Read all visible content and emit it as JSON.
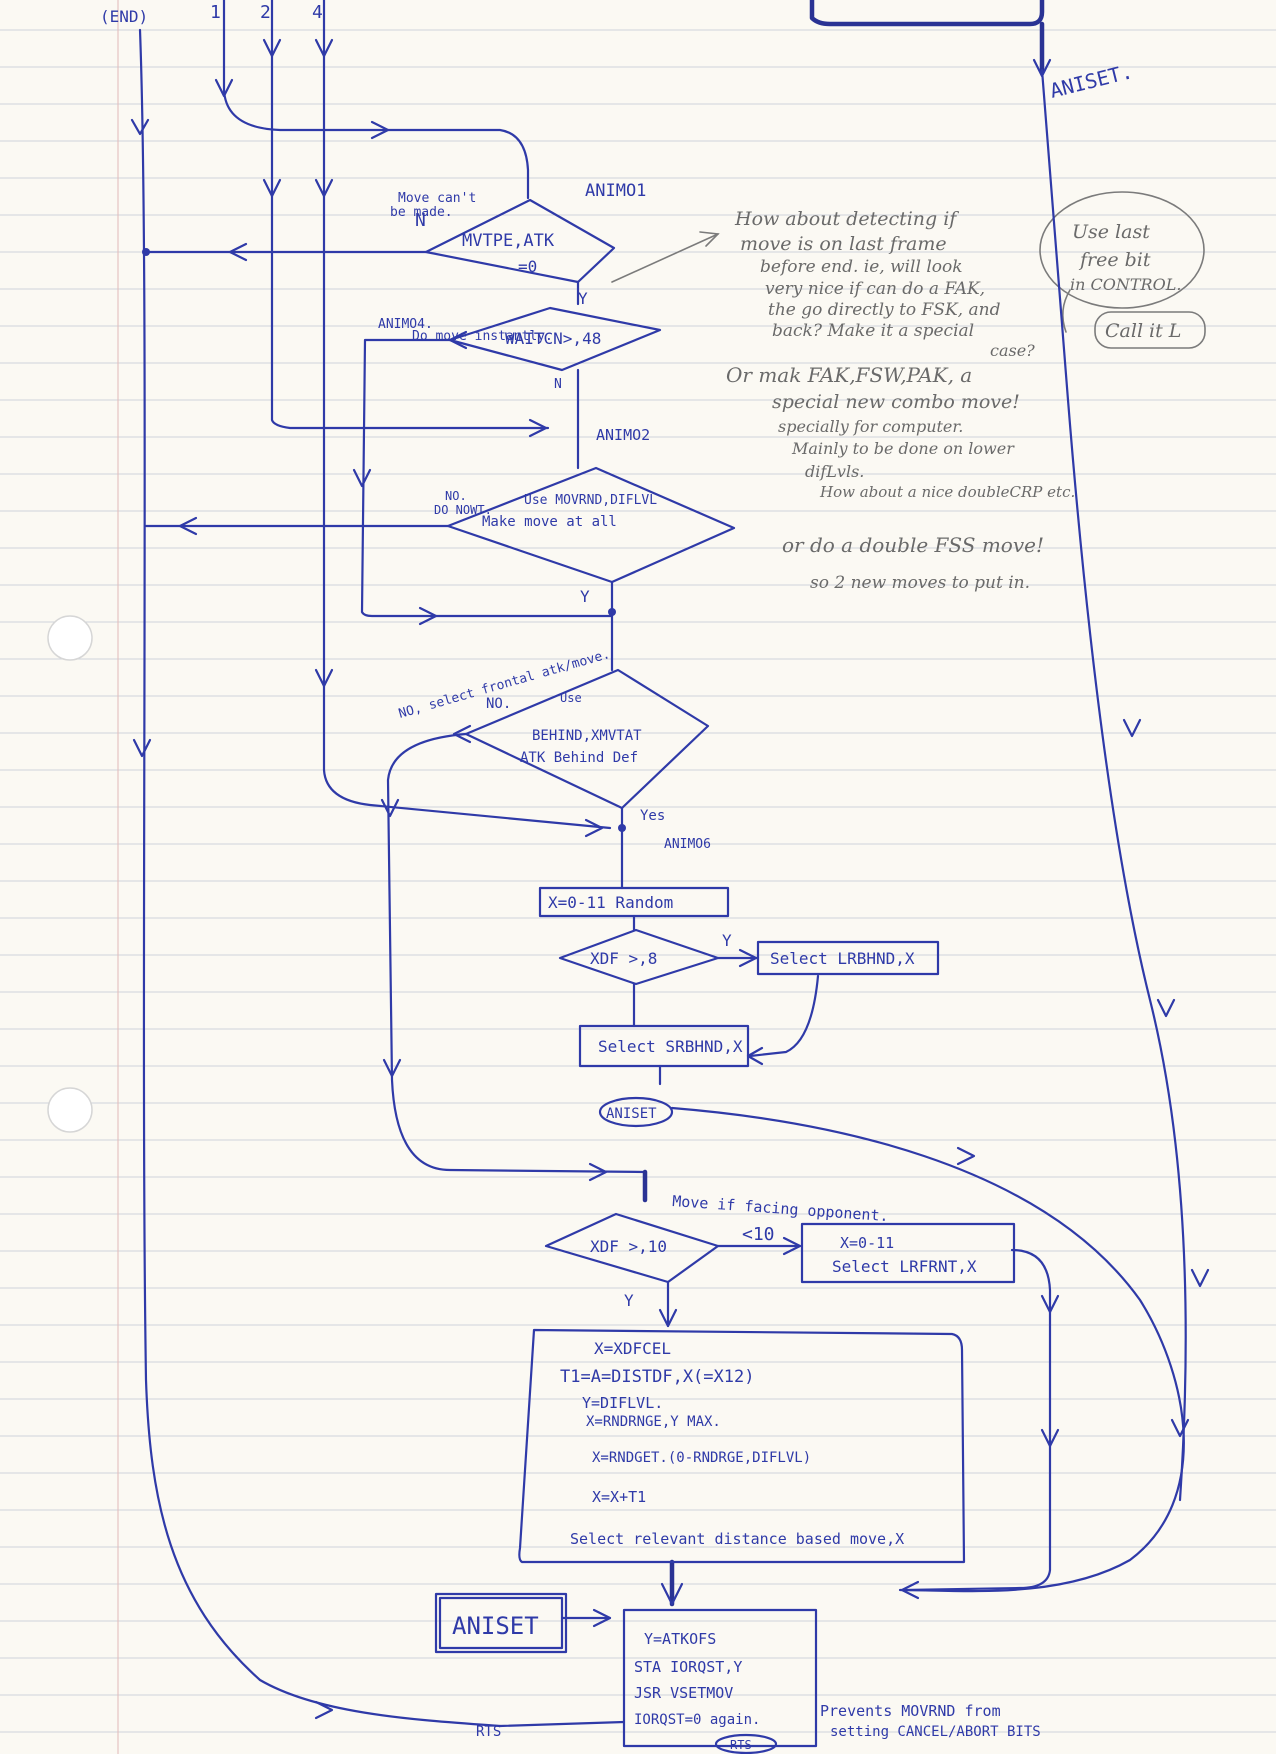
{
  "page": {
    "end_label": "(END)",
    "input_numbers": [
      "1",
      "2",
      "4"
    ],
    "top_aniset_label": "ANISET."
  },
  "pencil_notes": {
    "note1": [
      "How about detecting if",
      "move is on last frame",
      "before end. ie, will look",
      "very nice if can do a FAK,",
      "the go directly to FSK, and",
      "back? Make it a special",
      "case?"
    ],
    "note2": [
      "Or mak FAK,FSW,PAK, a",
      "special new combo move!",
      "specially for computer.",
      "Mainly to be done on lower",
      "difLvls.",
      "How about a nice doubleCRP etc."
    ],
    "note3": [
      "or do a double FSS move!",
      "so 2 new moves to put in."
    ],
    "circle_note": [
      "Use last",
      "free bit",
      "in CONTROL."
    ],
    "call_it": "Call it L"
  },
  "nodes": {
    "animo1": {
      "label": "ANIMO1",
      "side": [
        "Move can't",
        "be made."
      ],
      "decision": [
        "MVTPE,ATK",
        "=0"
      ],
      "no": "N",
      "yes": "Y"
    },
    "animo4": {
      "label": [
        "ANIMO4.",
        "Do move instantly."
      ],
      "decision": "WAITCN>,48",
      "no": "N"
    },
    "animo2": {
      "label": "ANIMO2",
      "side": [
        "NO.",
        "DO NOWT."
      ],
      "decision": [
        "Use MOVRND,DIFLVL",
        "Make move at all"
      ],
      "yes": "Y"
    },
    "frontal": {
      "side": [
        "NO, select frontal atk/move.",
        "NO."
      ],
      "decision": [
        "Use",
        "BEHIND,XMVTAT",
        "ATK Behind Def"
      ],
      "yes": "Yes"
    },
    "animo6": {
      "label": "ANIMO6",
      "rand": "X=0-11 Random",
      "decision": "XDF >,8",
      "yes": "Y",
      "lrbhnd": "Select LRBHND,X",
      "srbhnd": "Select SRBHND,X",
      "aniset": "ANISET"
    },
    "facing": {
      "note": "Move if facing opponent.",
      "decision": "XDF >,10",
      "lt": "<10",
      "yes": "Y",
      "lrfrnt": [
        "X=0-11",
        "Select LRFRNT,X"
      ]
    },
    "dist_box": [
      "X=XDFCEL",
      "T1=A=DISTDF,X(=X12)",
      "Y=DIFLVL.",
      "X=RNDRNGE,Y MAX.",
      "X=RNDGET.(0-RNDRGE,DIFLVL)",
      "X=X+T1",
      "Select relevant distance based move,X"
    ],
    "aniset_box": "ANISET",
    "final_box": [
      "Y=ATKOFS",
      "STA IORQST,Y",
      "JSR VSETMOV",
      "IORQST=0 again."
    ],
    "prevents": [
      "Prevents MOVRND from",
      "setting CANCEL/ABORT BITS"
    ],
    "rts_left": "RTS",
    "rts_bottom": "RTS"
  }
}
